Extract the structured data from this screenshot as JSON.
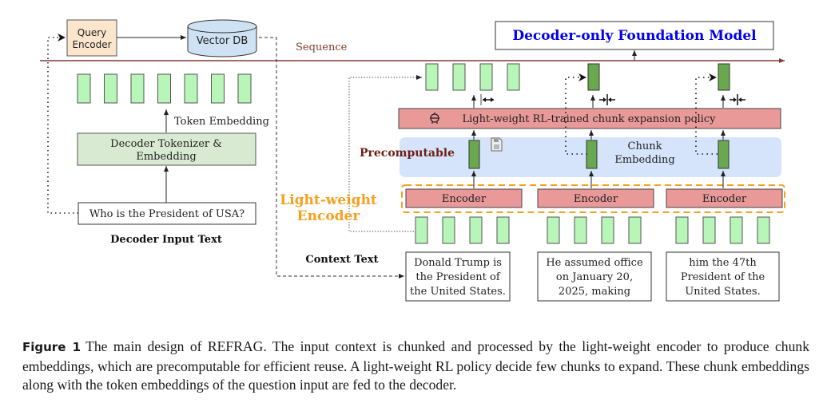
{
  "diagram": {
    "query_encoder": "Query Encoder",
    "query_encoder_lines": [
      "Query",
      "Encoder"
    ],
    "vector_db": "Vector DB",
    "sequence_label": "Sequence",
    "foundation_model": "Decoder-only Foundation Model",
    "token_embedding_label": "Token Embedding",
    "decoder_tokenizer_lines": [
      "Decoder Tokenizer &",
      "Embedding"
    ],
    "question": "Who is the President of USA?",
    "decoder_input_label": "Decoder Input Text",
    "policy_label": "Light-weight RL-trained chunk expansion policy",
    "precomputable_label": "Precomputable",
    "chunk_embedding_lines": [
      "Chunk",
      "Embedding"
    ],
    "lightweight_encoder_lines": [
      "Light-weight",
      "Encoder"
    ],
    "encoder_label": "Encoder",
    "context_text_label": "Context Text",
    "chunks": [
      {
        "lines": [
          "Donald Trump is",
          "the President of",
          "the United States."
        ],
        "expanded": true
      },
      {
        "lines": [
          "He assumed office",
          "on January 20,",
          "2025, making"
        ],
        "expanded": false
      },
      {
        "lines": [
          "him the 47th",
          "President of the",
          "United States."
        ],
        "expanded": false
      }
    ],
    "decoder_token_count": 7,
    "tokens_per_chunk": 4,
    "icons": [
      "robot-icon",
      "floppy-disk-icon",
      "expand-arrows-icon",
      "compress-arrows-icon"
    ],
    "colors": {
      "token_green": "#b8f5b8",
      "chunk_green": "#6aa84f",
      "encoder_red": "#ea9999",
      "query_encoder_orange": "#fce5cd",
      "vector_db_blue": "#cfe2f3",
      "tokenizer_green": "#d9ead3",
      "precompute_blue": "#d6e4fb",
      "sequence_line": "#7f3b30",
      "foundation_blue": "#0000ee",
      "lightweight_orange": "#f4a020",
      "precomputable_brown": "#6d1f14"
    }
  },
  "caption": {
    "figure_label": "Figure 1",
    "text": "The main design of REFRAG. The input context is chunked and processed by the light-weight encoder to produce chunk embeddings, which are precomputable for efficient reuse. A light-weight RL policy decide few chunks to expand. These chunk embeddings along with the token embeddings of the question input are fed to the decoder."
  }
}
